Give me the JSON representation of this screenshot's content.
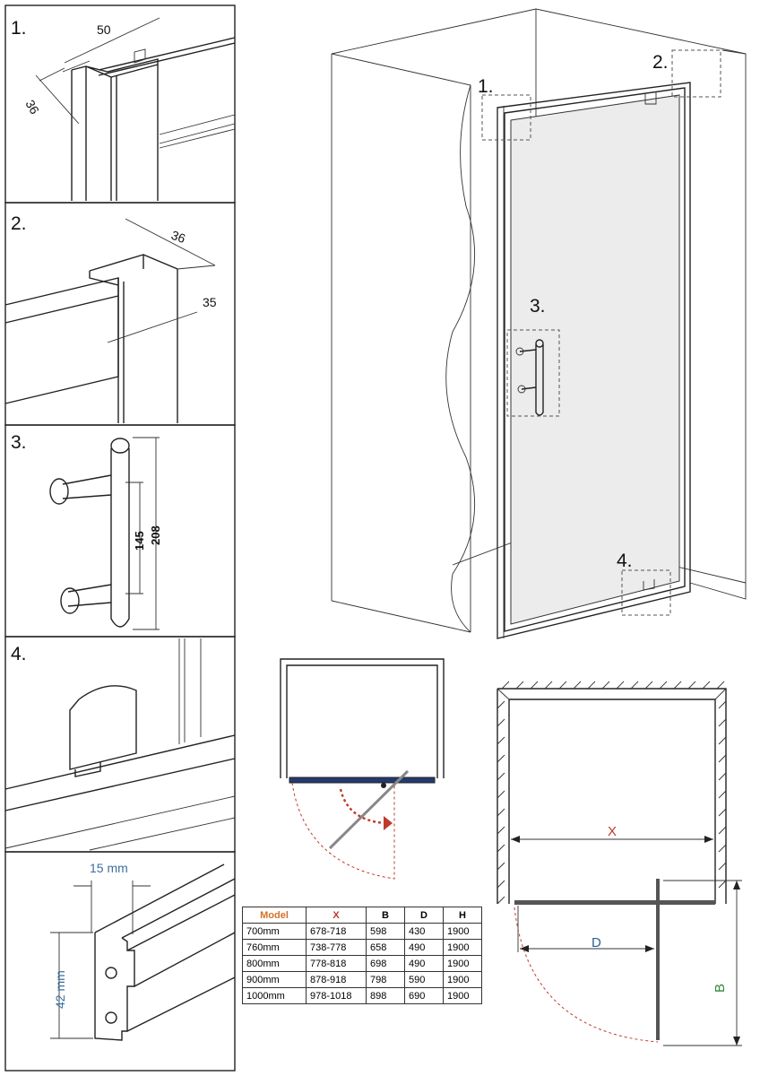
{
  "panels": {
    "p1": {
      "num": "1.",
      "dim_width": "50",
      "dim_depth": "36"
    },
    "p2": {
      "num": "2.",
      "dim_top": "36",
      "dim_side": "35"
    },
    "p3": {
      "num": "3.",
      "dim_inner": "145",
      "dim_outer": "208"
    },
    "p4": {
      "num": "4."
    },
    "p5": {
      "dim_width": "15 mm",
      "dim_height": "42 mm"
    }
  },
  "main_view": {
    "callout_1": "1.",
    "callout_2": "2.",
    "callout_3": "3.",
    "callout_4": "4."
  },
  "plan": {
    "label_x": "X",
    "label_d": "D",
    "label_b": "B"
  },
  "colors": {
    "accent_red": "#c0392b",
    "accent_green": "#2f8a3a",
    "accent_blue": "#2d5f94",
    "profile_blue": "#3b6fa0",
    "model_orange": "#d4712a"
  },
  "table": {
    "headers": [
      "Model",
      "X",
      "B",
      "D",
      "H"
    ],
    "rows": [
      [
        "700mm",
        "678-718",
        "598",
        "430",
        "1900"
      ],
      [
        "760mm",
        "738-778",
        "658",
        "490",
        "1900"
      ],
      [
        "800mm",
        "778-818",
        "698",
        "490",
        "1900"
      ],
      [
        "900mm",
        "878-918",
        "798",
        "590",
        "1900"
      ],
      [
        "1000mm",
        "978-1018",
        "898",
        "690",
        "1900"
      ]
    ]
  }
}
